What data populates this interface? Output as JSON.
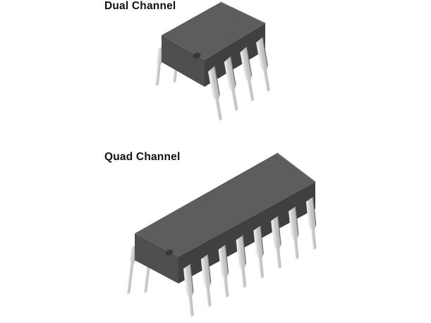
{
  "figure": {
    "items": [
      {
        "id": "dual",
        "label": "Dual Channel",
        "front_pin_count": 4,
        "back_pin_visible_count": 2
      },
      {
        "id": "quad",
        "label": "Quad Channel",
        "front_pin_count": 8,
        "back_pin_visible_count": 2
      }
    ],
    "colors": {
      "background": "#ffffff",
      "label_text": "#111111",
      "body_top": "#5d5d5d",
      "body_front": "#404040",
      "body_side": "#4e4e4e",
      "body_edge_highlight": "#737373",
      "dimple": "#383838",
      "pin_highlight": "#f4f4f4",
      "pin_light": "#dcdcdc",
      "pin_mid": "#c2c2c2",
      "pin_shadow": "#949494",
      "pin_dark": "#636363"
    }
  }
}
